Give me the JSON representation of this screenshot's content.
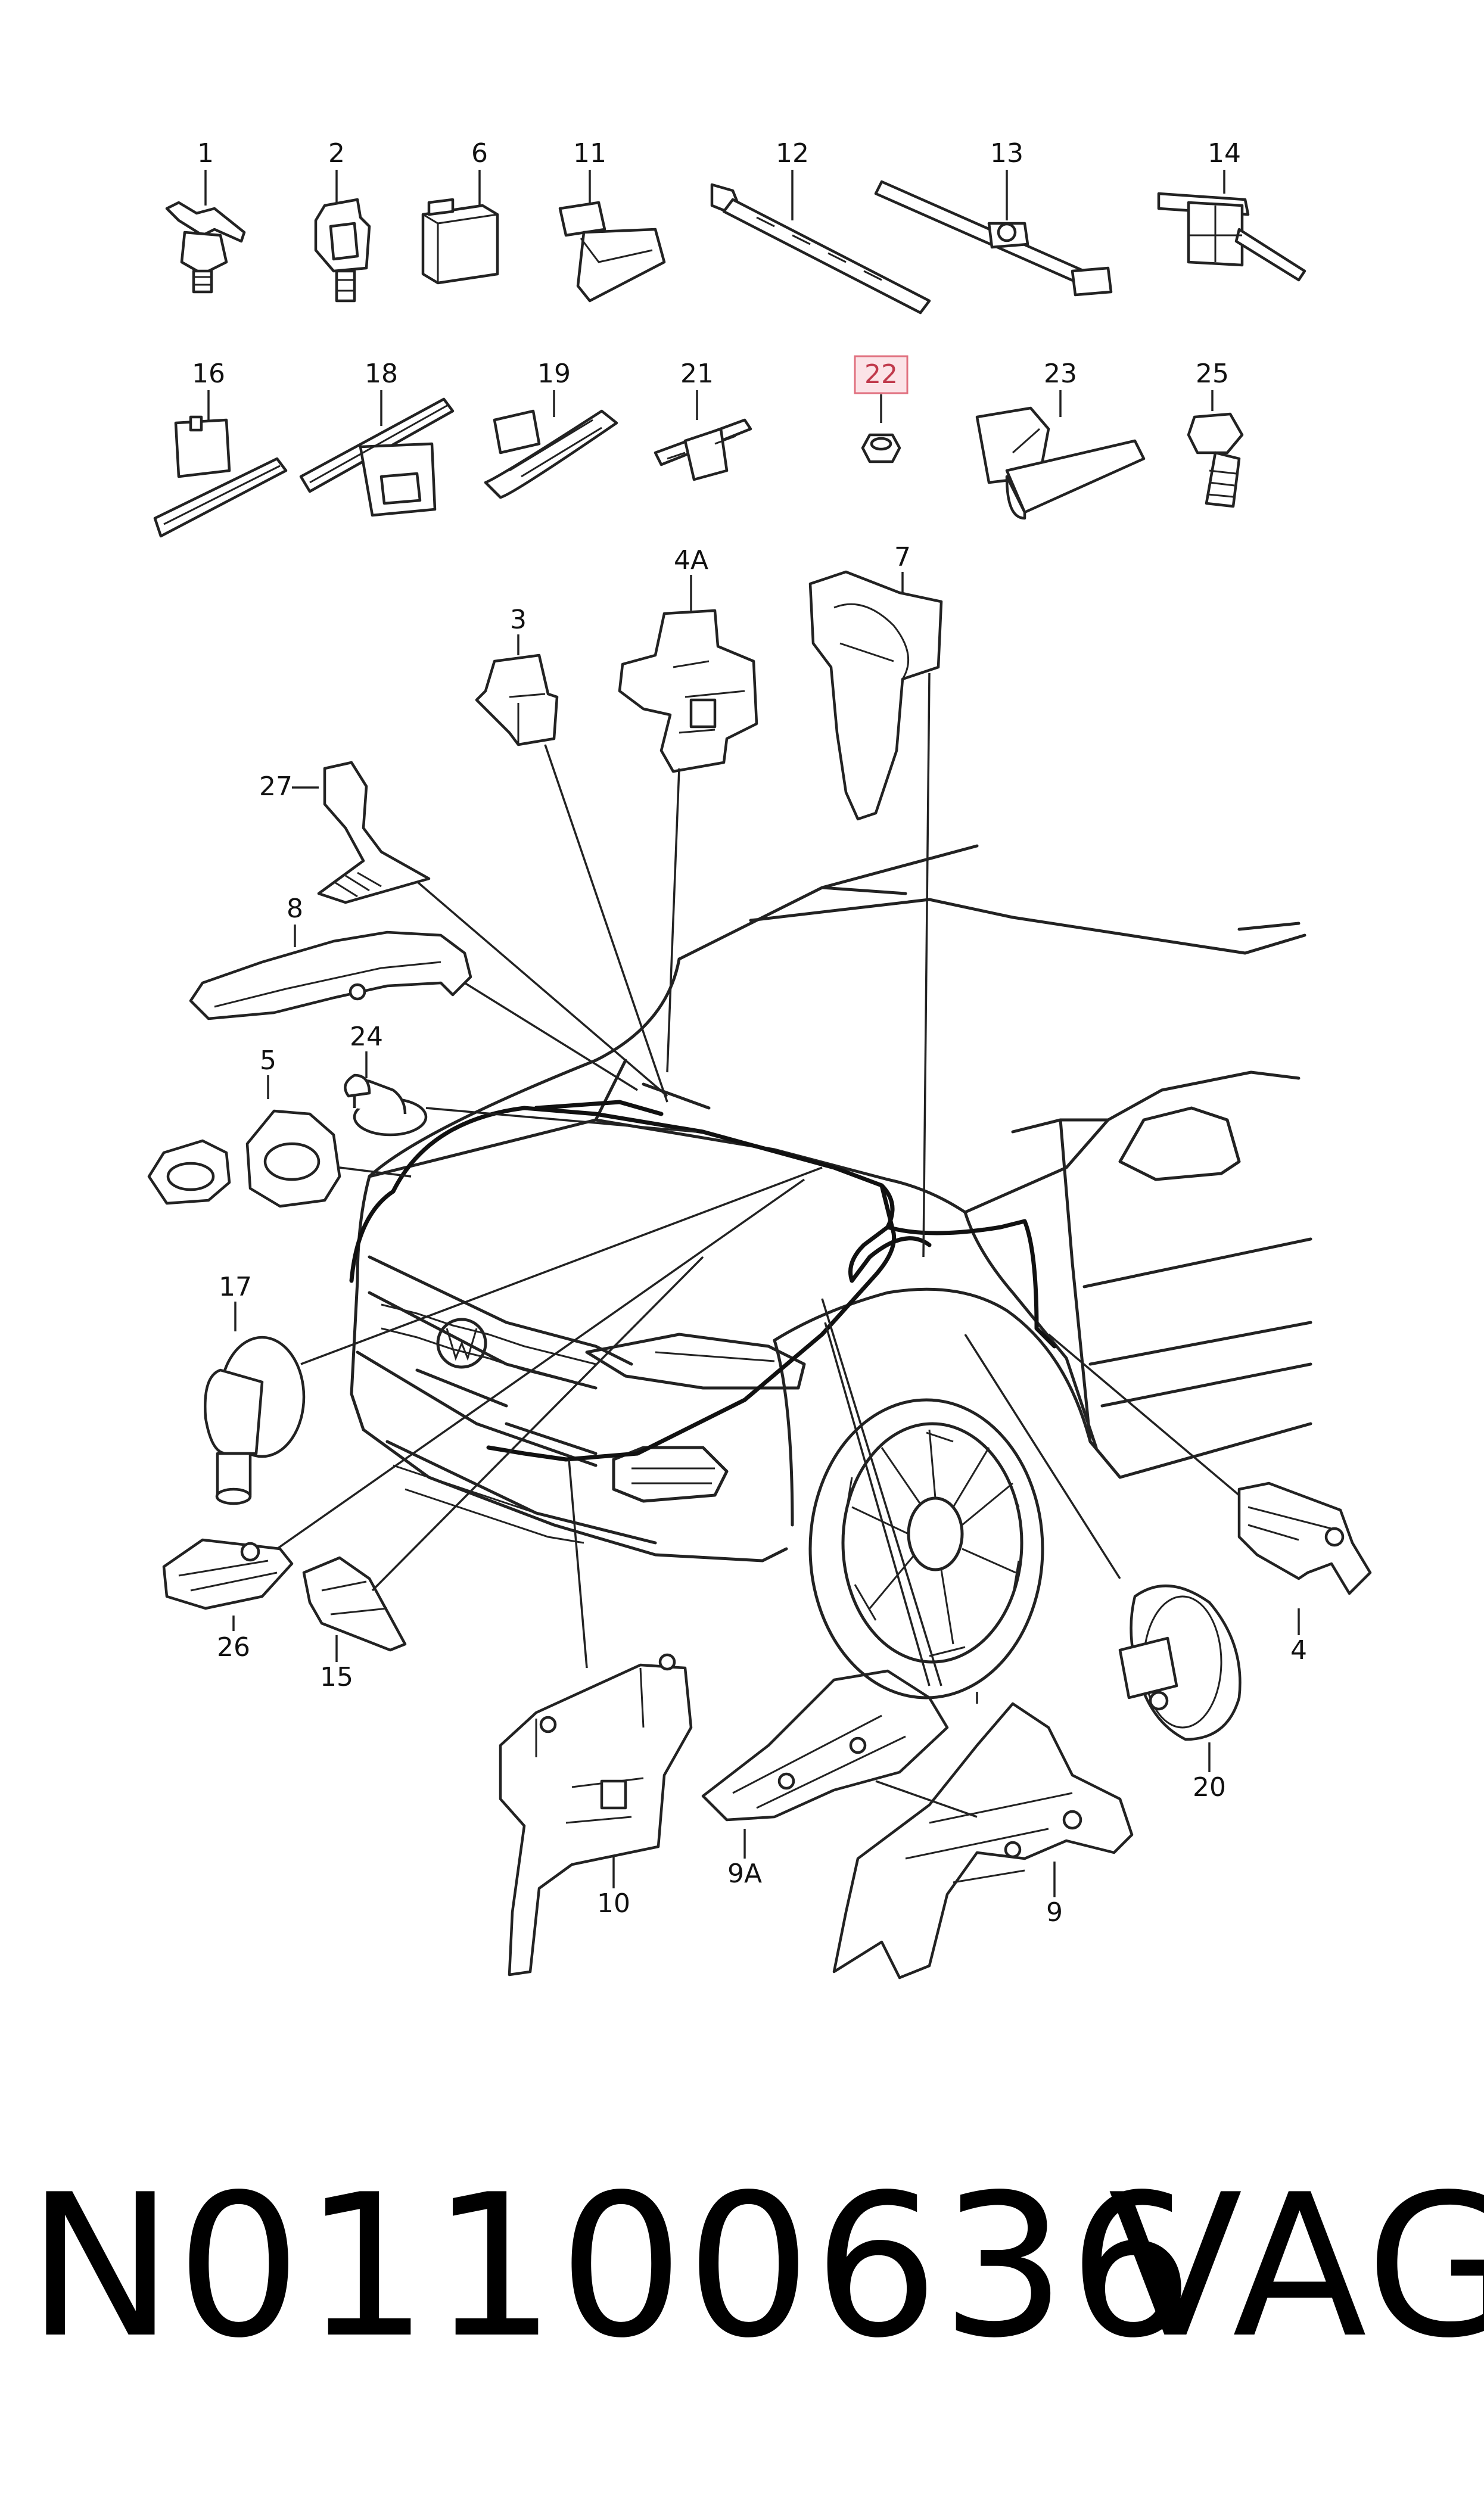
{
  "parts": {
    "p1": "1",
    "p2": "2",
    "p6": "6",
    "p11": "11",
    "p12": "12",
    "p13": "13",
    "p14": "14",
    "p16": "16",
    "p18": "18",
    "p19": "19",
    "p21": "21",
    "p22": "22",
    "p23": "23",
    "p25": "25",
    "p3": "3",
    "p4A": "4A",
    "p7": "7",
    "p27": "27",
    "p8": "8",
    "p24": "24",
    "p5": "5",
    "p17": "17",
    "p26": "26",
    "p15": "15",
    "p10": "10",
    "p9A": "9A",
    "p9": "9",
    "p20": "20",
    "p4": "4"
  },
  "highlighted_part": "22",
  "highlight_color": "#e0707f",
  "footer": {
    "part_number": "N01100636",
    "brand": "VAG"
  }
}
